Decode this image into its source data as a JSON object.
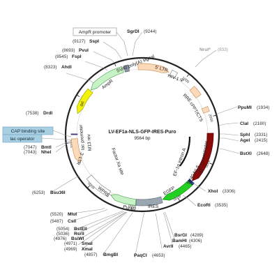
{
  "plasmid": {
    "name": "LV-EF1a-NLS-GFP-IRES-Puro",
    "size_label": "9564 bp",
    "length": 9564
  },
  "ticks": [
    {
      "pos": 1000,
      "label": "1000"
    },
    {
      "pos": 2000,
      "label": "2000"
    },
    {
      "pos": 3000,
      "label": "3000"
    },
    {
      "pos": 4000,
      "label": "4000"
    },
    {
      "pos": 5000,
      "label": "5000"
    },
    {
      "pos": 6000,
      "label": "6000"
    },
    {
      "pos": 7000,
      "label": "7000"
    },
    {
      "pos": 8000,
      "label": "8000"
    },
    {
      "pos": 9000,
      "label": "9000"
    }
  ],
  "features": [
    {
      "id": "ltr5",
      "label": "5' LTR",
      "start": 9470,
      "end": 610,
      "strand": 1,
      "color": "#fcd9b8",
      "stroke": "#c89a6a",
      "label_color": "#222222"
    },
    {
      "id": "hiv",
      "label": "HIV-1 Ψ",
      "start": 660,
      "end": 790,
      "strand": 0,
      "color": "#ffffff",
      "stroke": "#888888",
      "label_color": "#222222"
    },
    {
      "id": "rre",
      "label": "RRE",
      "start": 1250,
      "end": 1480,
      "strand": 0,
      "color": "#fcd9b8",
      "stroke": "#c89a6a",
      "label_color": "#222222"
    },
    {
      "id": "cppt",
      "label": "cPPT/CTS",
      "start": 1770,
      "end": 1880,
      "strand": 0,
      "color": "#fcd9b8",
      "stroke": "#c89a6a",
      "label_color": "#222222"
    },
    {
      "id": "ef1a",
      "label": "EF-1α promoter",
      "start": 2360,
      "end": 3530,
      "strand": 1,
      "color": "#8b0a0a",
      "stroke": "#5a0505",
      "label_color": "#ffffff"
    },
    {
      "id": "sv40nls",
      "label": "SV40 NLS",
      "start": 3540,
      "end": 3590,
      "strand": 0,
      "color": "#1a2c7a",
      "stroke": "#1a2c7a",
      "label_color": "#222222"
    },
    {
      "id": "egfp",
      "label": "EGFP",
      "start": 3600,
      "end": 4320,
      "strand": 1,
      "color": "#22d022",
      "stroke": "#118811",
      "label_color": "#222222"
    },
    {
      "id": "ires",
      "label": "IRES",
      "start": 4340,
      "end": 4920,
      "strand": 0,
      "color": "#9aa6b2",
      "stroke": "#6b7580",
      "label_color": "#222222"
    },
    {
      "id": "puror",
      "label": "PuroR",
      "start": 4930,
      "end": 5520,
      "strand": 1,
      "color": "#c6f2c6",
      "stroke": "#5aa55a",
      "label_color": "#222222"
    },
    {
      "id": "wpre",
      "label": "WPRE",
      "start": 5560,
      "end": 6150,
      "strand": 0,
      "color": "#ffffff",
      "stroke": "#888888",
      "label_color": "#222222"
    },
    {
      "id": "ltr3",
      "label": "3' LTR",
      "start": 6520,
      "end": 7080,
      "strand": -1,
      "color": "#fcd9b8",
      "stroke": "#c89a6a",
      "label_color": "#222222"
    },
    {
      "id": "lacop",
      "label": "",
      "start": 7170,
      "end": 7190,
      "strand": 0,
      "color": "#4a3a7a",
      "stroke": "#4a3a7a",
      "label_color": "#222222"
    },
    {
      "id": "ori",
      "label": "ori",
      "start": 7650,
      "end": 8240,
      "strand": -1,
      "color": "#f2f20a",
      "stroke": "#a8a800",
      "label_color": "#222222"
    },
    {
      "id": "ampr",
      "label": "AmpR",
      "start": 8260,
      "end": 9120,
      "strand": -1,
      "color": "#c6f2c6",
      "stroke": "#5aa55a",
      "label_color": "#222222"
    },
    {
      "id": "amppro",
      "label": "",
      "start": 9160,
      "end": 9260,
      "strand": 0,
      "color": "#8a96a4",
      "stroke": "#5b6672",
      "label_color": "#222222"
    }
  ],
  "inner_labels": [
    {
      "id": "sv40polya",
      "text": "SV40 poly(A) signal"
    },
    {
      "id": "hiv1psi",
      "text": "HIV-1 Ψ"
    },
    {
      "id": "rre",
      "text": "RRE"
    },
    {
      "id": "cppt",
      "text": "cPPT/CTS"
    },
    {
      "id": "ampr",
      "text": "AmpR"
    },
    {
      "id": "ori",
      "text": "ori"
    },
    {
      "id": "lacpromoter",
      "text": "lac promoter"
    },
    {
      "id": "m13rev",
      "text": "M13 rev"
    },
    {
      "id": "ltr3",
      "text": "3' LTR"
    },
    {
      "id": "ltr5",
      "text": "5' LTR"
    },
    {
      "id": "factorxa",
      "text": "Factor Xa site"
    },
    {
      "id": "ef1aintron",
      "text": "EF-1α intron A"
    },
    {
      "id": "sv40nls",
      "text": "SV40 NLS"
    },
    {
      "id": "egfp",
      "text": "EGFP"
    },
    {
      "id": "ires",
      "text": "IRES"
    },
    {
      "id": "puror",
      "text": "PuroR"
    },
    {
      "id": "wpre",
      "text": "WPRE"
    },
    {
      "id": "ef1apromoter",
      "text": "EF-1α promoter"
    }
  ],
  "boxed_labels": [
    {
      "id": "amprpromoter",
      "text": "AmpR promoter",
      "fill": "#ffffff",
      "stroke": "#9a9a9a"
    },
    {
      "id": "capsite",
      "text": "CAP binding site",
      "fill": "#a9cfe3",
      "stroke": "#7aa6bd"
    },
    {
      "id": "lacoperator",
      "text": "lac operator",
      "fill": "#a9cfe3",
      "stroke": "#7aa6bd"
    }
  ],
  "sites": [
    {
      "name": "SgrDI",
      "pos": "(9244)",
      "gray": false
    },
    {
      "name": "SspI",
      "pos": "(9127)",
      "gray": false
    },
    {
      "name": "PvuI",
      "pos": "(8693)",
      "gray": false
    },
    {
      "name": "FspI",
      "pos": "(8545)",
      "gray": false
    },
    {
      "name": "AhdI",
      "pos": "(8323)",
      "gray": false
    },
    {
      "name": "DrdI",
      "pos": "(7538)",
      "gray": false
    },
    {
      "name": "BmtI",
      "pos": "(7047)",
      "gray": false
    },
    {
      "name": "NheI",
      "pos": "(7043)",
      "gray": false
    },
    {
      "name": "Bsu36I",
      "pos": "(6253)",
      "gray": false
    },
    {
      "name": "MluI",
      "pos": "(5520)",
      "gray": false
    },
    {
      "name": "CsiI",
      "pos": "(5487)",
      "gray": false
    },
    {
      "name": "BstEII",
      "pos": "(5054)",
      "gray": false
    },
    {
      "name": "RsrII",
      "pos": "(5036)",
      "gray": false
    },
    {
      "name": "BsiWI",
      "pos": "(4976)",
      "gray": false
    },
    {
      "name": "SmaI",
      "pos": "(4971)",
      "gray": false
    },
    {
      "name": "XmaI",
      "pos": "(4969)",
      "gray": false
    },
    {
      "name": "BmgBI",
      "pos": "(4857)",
      "gray": false
    },
    {
      "name": "PaqCI",
      "pos": "(4653)",
      "gray": false
    },
    {
      "name": "AvrII",
      "pos": "(4465)",
      "gray": false
    },
    {
      "name": "BamHI",
      "pos": "(4306)",
      "gray": false
    },
    {
      "name": "BsrGI",
      "pos": "(4289)",
      "gray": false
    },
    {
      "name": "EcoRI",
      "pos": "(3535)",
      "gray": false
    },
    {
      "name": "XhoI",
      "pos": "(3306)",
      "gray": false
    },
    {
      "name": "BstXI",
      "pos": "(2648)",
      "gray": false
    },
    {
      "name": "AgeI",
      "pos": "(2415)",
      "gray": false
    },
    {
      "name": "SphI",
      "pos": "(2331)",
      "gray": false
    },
    {
      "name": "ClaI",
      "pos": "(2180)",
      "gray": false
    },
    {
      "name": "PpuMI",
      "pos": "(1934)",
      "gray": false
    },
    {
      "name": "NruI*",
      "pos": "(833)",
      "gray": true
    }
  ],
  "colors": {
    "backbone": "#222222",
    "leader": "#9a9a9a"
  }
}
